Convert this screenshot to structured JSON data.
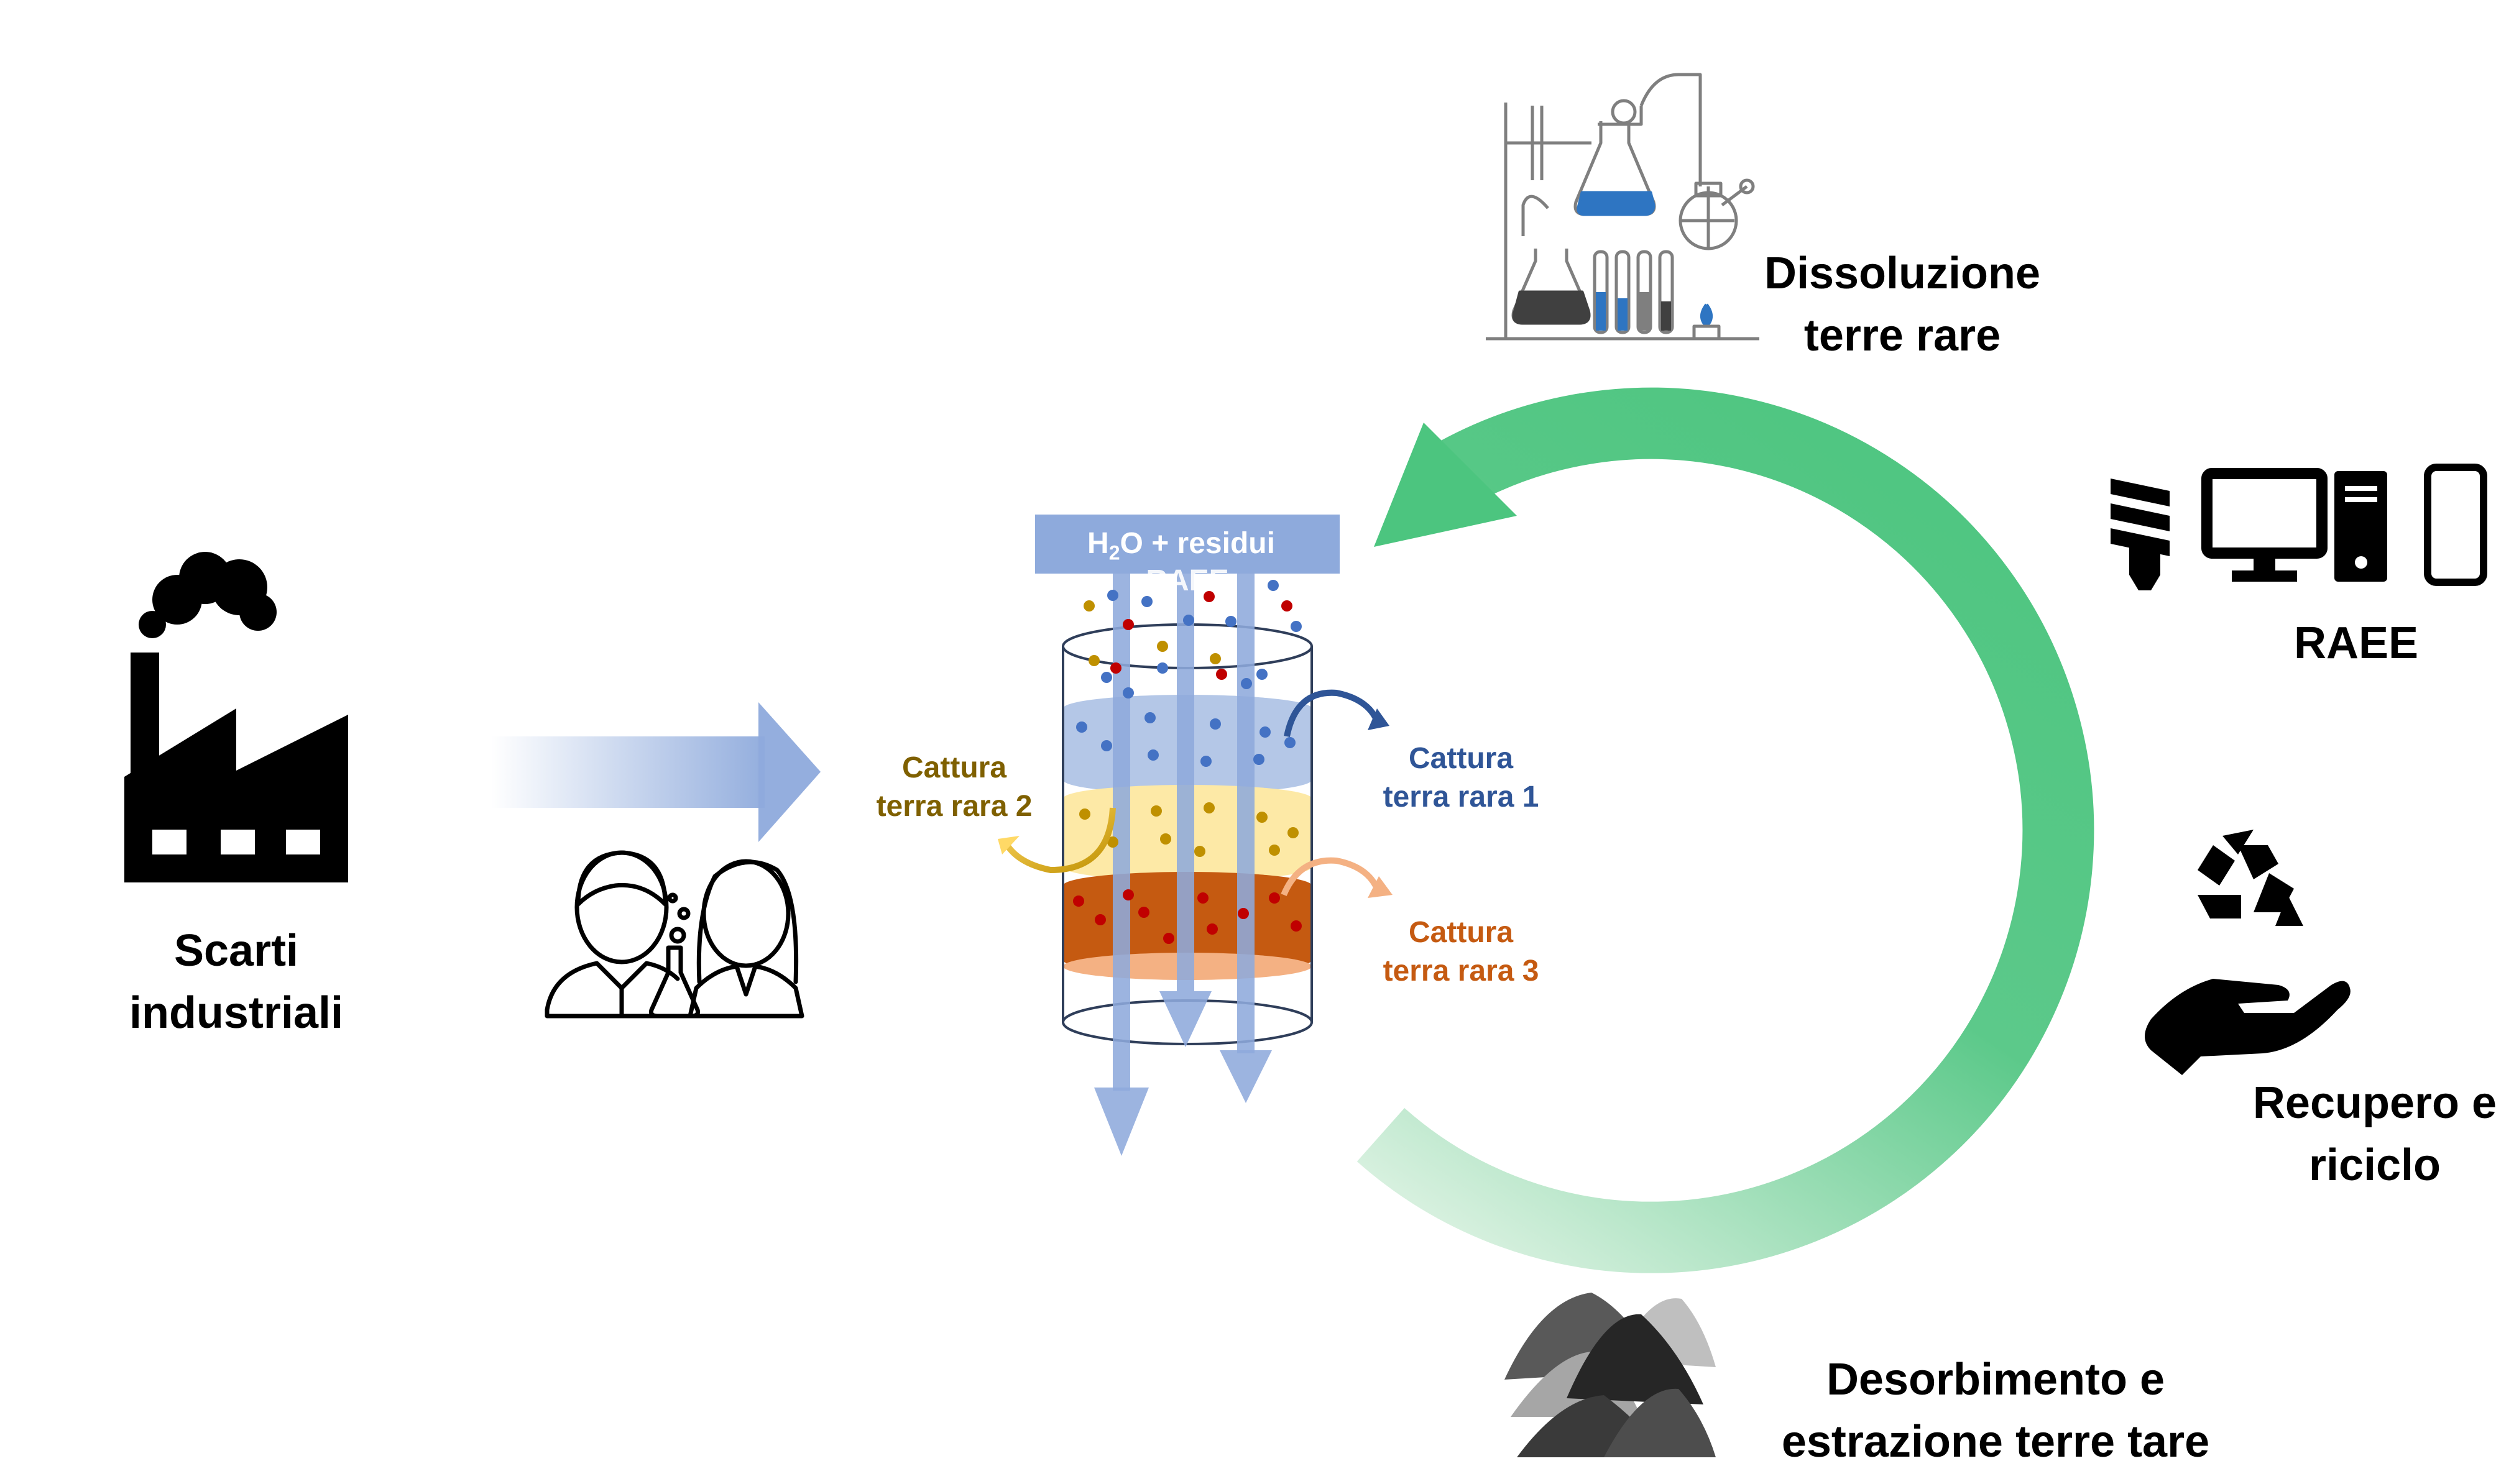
{
  "labels": {
    "scarti": [
      "Scarti",
      "industriali"
    ],
    "dissoluzione": [
      "Dissoluzione",
      "terre rare"
    ],
    "raee": "RAEE",
    "recupero": [
      "Recupero e",
      "riciclo"
    ],
    "desorbimento": [
      "Desorbimento e",
      "estrazione terre tare"
    ]
  },
  "column": {
    "inlet_prefix": "H",
    "inlet_sub": "2",
    "inlet_suffix": "O + residui",
    "inlet_line2": "RAEE"
  },
  "captures": {
    "c1": [
      "Cattura",
      "terra rara 1"
    ],
    "c2": [
      "Cattura",
      "terra rara 2"
    ],
    "c3": [
      "Cattura",
      "terra rara 3"
    ]
  },
  "colors": {
    "cycle_green": "#4cc57f",
    "flow_blue": "#8eaadc",
    "layer_blue": "#b4c7e7",
    "layer_yellow": "#fde9a6",
    "layer_orange": "#c55a11",
    "capture1": "#2f5597",
    "capture2": "#7f6000",
    "capture3": "#c55a11",
    "dot_blue": "#4472c4",
    "dot_red": "#c00000",
    "dot_gold": "#bf9000"
  },
  "icons": [
    "factory-icon",
    "scientists-icon",
    "lab-glassware-icon",
    "electronics-icon",
    "recycle-hand-icon",
    "powder-piles-icon"
  ]
}
